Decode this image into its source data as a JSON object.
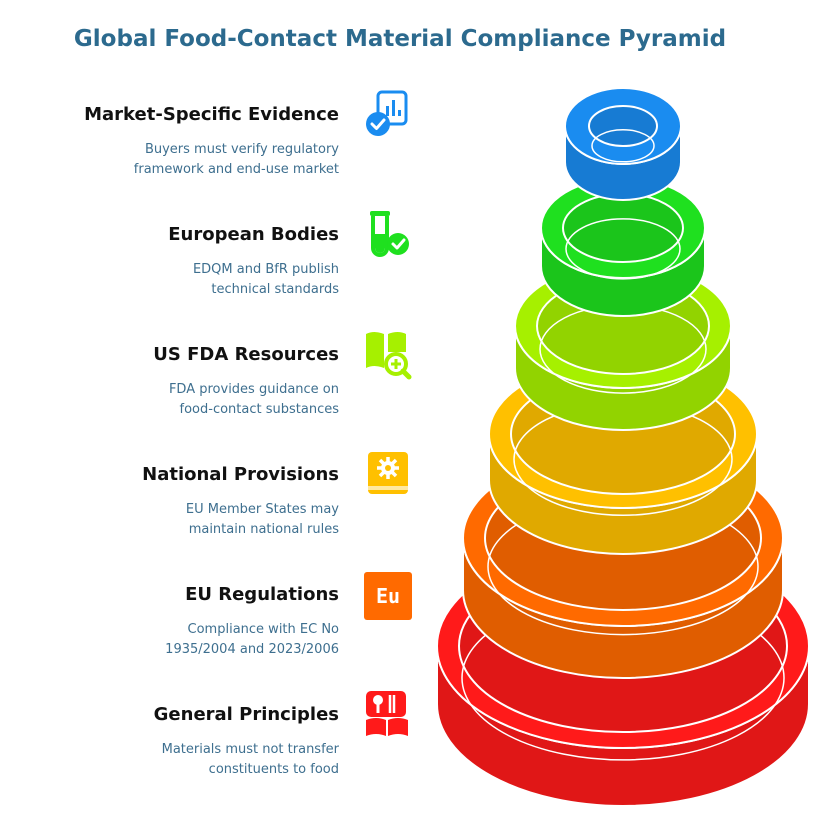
{
  "title": "Global Food-Contact Material Compliance Pyramid",
  "levels": [
    {
      "heading": "Market-Specific Evidence",
      "description": "Buyers must verify regulatory\nframework and end-use market",
      "color": "#1a8cf0",
      "icon": "document-check-icon"
    },
    {
      "heading": "European Bodies",
      "description": "EDQM and BfR publish\ntechnical standards",
      "color": "#1fe01f",
      "icon": "test-tube-check-icon"
    },
    {
      "heading": "US FDA Resources",
      "description": "FDA provides guidance on\nfood-contact substances",
      "color": "#a6f000",
      "icon": "book-search-icon"
    },
    {
      "heading": "National Provisions",
      "description": "EU Member States may\nmaintain national rules",
      "color": "#ffc000",
      "icon": "gear-book-icon"
    },
    {
      "heading": "EU Regulations",
      "description": "Compliance with EC No\n1935/2004 and 2023/2006",
      "color": "#ff6a00",
      "icon": "eu-icon",
      "icon_text": "Eu"
    },
    {
      "heading": "General Principles",
      "description": "Materials must not transfer\nconstituents to food",
      "color": "#ff1a1a",
      "icon": "food-book-icon"
    }
  ]
}
